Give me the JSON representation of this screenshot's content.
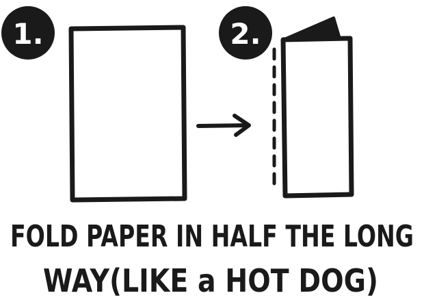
{
  "steps": [
    {
      "number": "1."
    },
    {
      "number": "2."
    }
  ],
  "caption": {
    "line1": "FOLD PAPER IN HALF THE LONG",
    "line2": "WAY(LIKE a HOT DOG)"
  },
  "colors": {
    "ink": "#1a1a1a",
    "paper": "#ffffff"
  }
}
